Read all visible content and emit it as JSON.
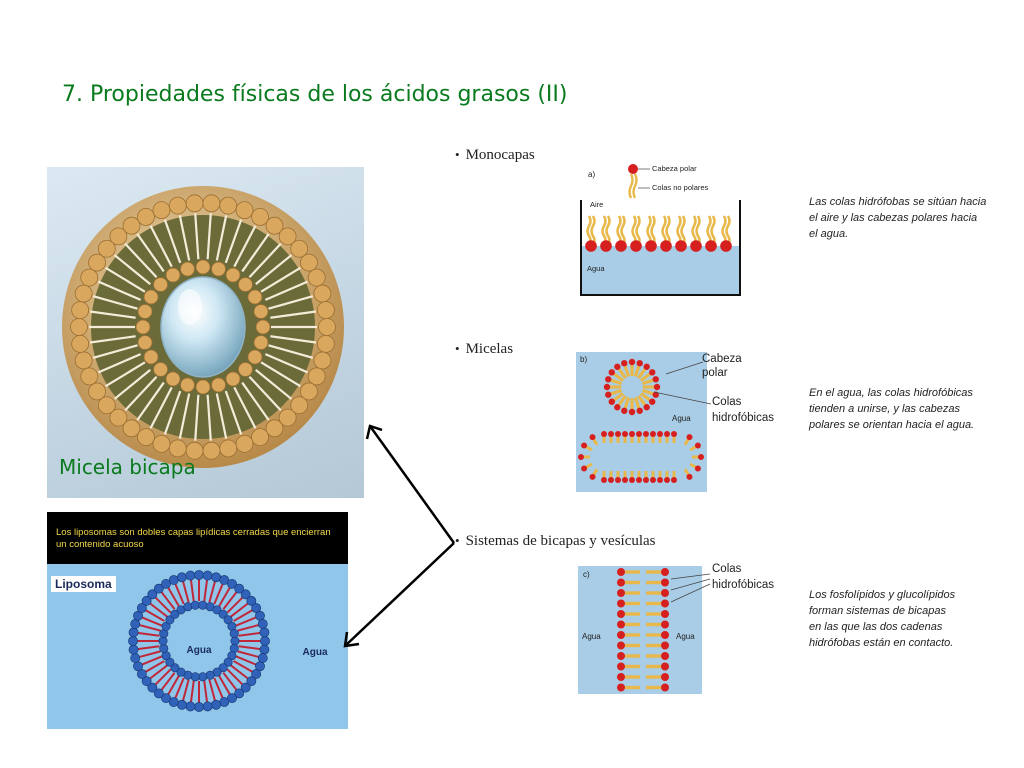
{
  "title": "7. Propiedades físicas de los ácidos grasos (II)",
  "bullets": {
    "monocapas": "Monocapas",
    "micelas": "Micelas",
    "bicapas": "Sistemas de bicapas y vesículas"
  },
  "diagram_a": {
    "panel_letter": "a)",
    "cabeza_polar": "Cabeza polar",
    "colas_no_polares": "Colas no polares",
    "aire": "Aire",
    "agua": "Agua"
  },
  "diagram_b": {
    "panel_letter": "b)",
    "cabeza": "Cabeza",
    "polar": "polar",
    "colas": "Colas",
    "hidrofobicas": "hidrofóbicas",
    "agua": "Agua"
  },
  "diagram_c": {
    "panel_letter": "c)",
    "colas": "Colas",
    "hidrofobicas": "hidrofóbicas",
    "agua_left": "Agua",
    "agua_right": "Agua"
  },
  "captions": {
    "monocapas": [
      "Las colas hidrófobas se sitúan hacia",
      "el aire y las cabezas polares hacia",
      "el agua."
    ],
    "micelas": [
      "En el agua, las colas hidrofóbicas",
      "tienden a unirse, y las cabezas",
      "polares se orientan hacia el agua."
    ],
    "bicapas": [
      "Los fosfolípidos y glucolípidos",
      "forman sistemas de bicapas",
      "en las que las dos cadenas",
      "hidrófobas están en contacto."
    ]
  },
  "micela_image": {
    "label": "Micela bicapa"
  },
  "liposoma_image": {
    "header_text": "Los liposomas son dobles capas lipídicas cerradas que encierran un contenido acuoso",
    "label": "Liposoma",
    "agua_inner": "Agua",
    "agua_outer": "Agua"
  },
  "colors": {
    "title_green": "#0a7a1e",
    "head_red": "#d62020",
    "tail_yellow": "#e8b84a",
    "water_blue": "#a9cde6"
  }
}
